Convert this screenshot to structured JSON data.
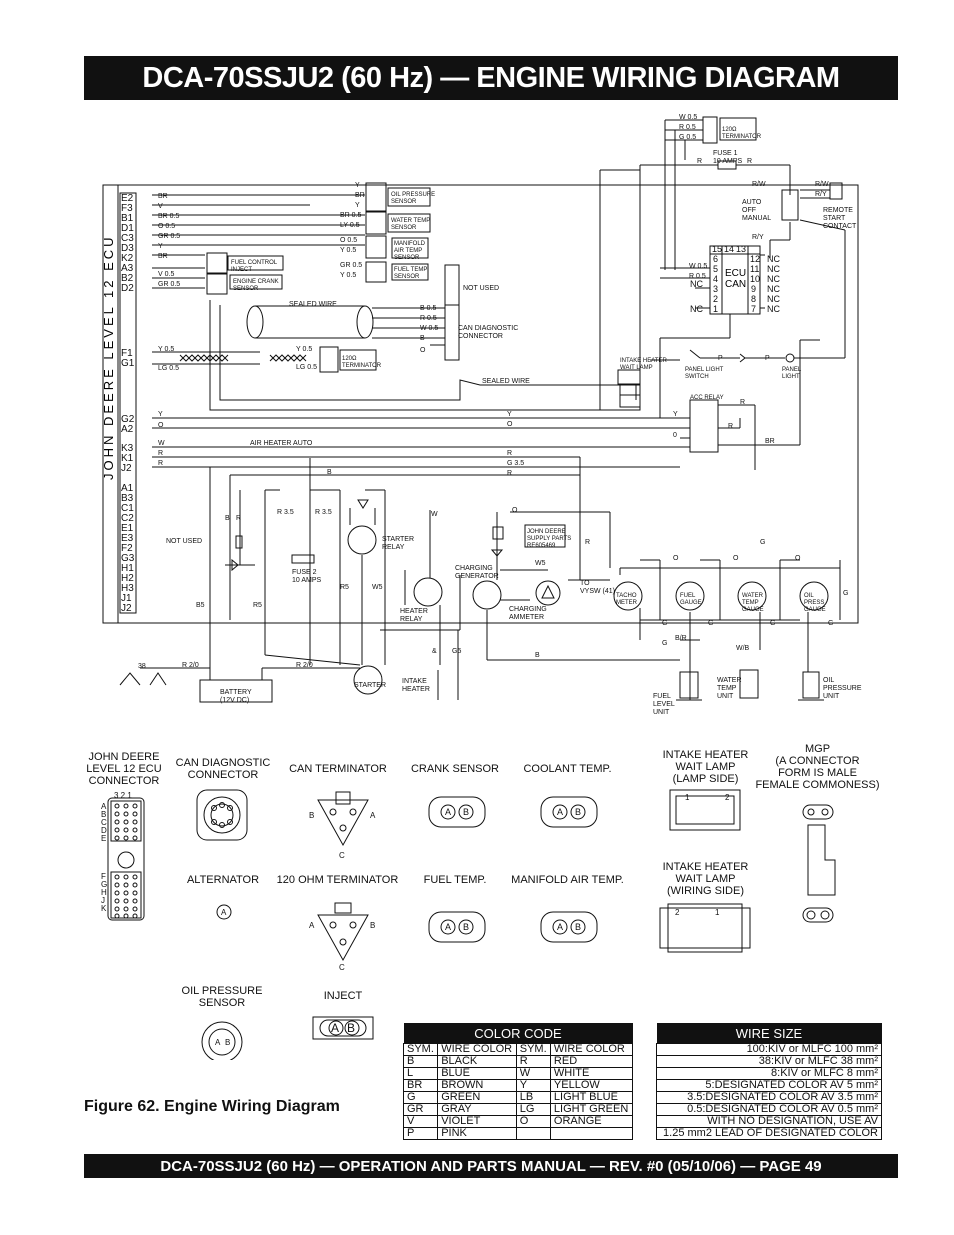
{
  "page": {
    "title": "DCA-70SSJU2 (60 Hz) — ENGINE WIRING DIAGRAM",
    "footer": "DCA-70SSJU2 (60 Hz) — OPERATION AND PARTS MANUAL — REV. #0  (05/10/06) — PAGE 49",
    "figure_caption": "Figure 62. Engine Wiring Diagram"
  },
  "ecu": {
    "label": "JOHN DEERE   LEVEL 12 ECU",
    "pins": [
      "E2",
      "F3",
      "B1",
      "D1",
      "C3",
      "D3",
      "K2",
      "A3",
      "B2",
      "D2",
      "F1",
      "G1",
      "G2",
      "A2",
      "K3",
      "K1",
      "J2",
      "A1",
      "B3",
      "C1",
      "C2",
      "E1",
      "E3",
      "F2",
      "G3",
      "H1",
      "H2",
      "H3",
      "J1",
      "J2"
    ]
  },
  "wires_left": [
    {
      "pin": "E2",
      "label": "BR"
    },
    {
      "pin": "F3",
      "label": "V"
    },
    {
      "pin": "B1",
      "label": "BR  0.5"
    },
    {
      "pin": "D1",
      "label": "O   0.5"
    },
    {
      "pin": "C3",
      "label": "GR  0.5"
    },
    {
      "pin": "D3",
      "label": "Y"
    },
    {
      "pin": "K2",
      "label": "BR"
    },
    {
      "pin": "A3",
      "label": "V   0.5"
    },
    {
      "pin": "B2",
      "label": "GR  0.5"
    }
  ],
  "components": {
    "oil_pressure_sensor": "OIL PRESSURE\nSENSOR",
    "water_temp_sensor": "WATER TEMP\nSENSOR",
    "manifold_air_temp": "MANIFOLD\nAIR TEMP\nSENSOR",
    "fuel_temp_sensor": "FUEL TEMP\nSENSOR",
    "fuel_control_inject": "FUEL CONTROL\nINJECT",
    "engine_crank_sensor": "ENGINE CRANK\nSENSOR",
    "not_used_1": "NOT USED",
    "not_used_2": "NOT USED",
    "can_diag": "CAN DIAGNOSTIC\nCONNECTOR",
    "sealed_wire_1": "SEALED WIRE",
    "sealed_wire_2": "SEALED WIRE",
    "terminator_120": "120Ω\nTERMINATOR",
    "terminator_120_top": "120Ω\nTERMINATOR",
    "air_heater_auto": "AIR HEATER AUTO",
    "fuse1": "FUSE 1\n10 AMPS",
    "fuse2": "FUSE 2\n10 AMPS",
    "auto_off_manual": "AUTO\nOFF\nMANUAL",
    "remote_start": "REMOTE\nSTART\nCONTACT",
    "ecu_can": "ECU\nCAN",
    "intake_heater_lamp": "INTAKE HEATER\nWAIT LAMP",
    "panel_light_switch": "PANEL LIGHT\nSWITCH",
    "panel_light": "PANEL\nLIGHT",
    "acc_relay": "ACC RELAY",
    "starter_relay": "STARTER\nRELAY",
    "heater_relay": "HEATER\nRELAY",
    "charging_generator": "CHARGING\nGENERATOR",
    "charging_ammeter": "CHARGING\nAMMETER",
    "john_deere_supply": "JOHN DEERE\nSUPPLY PARTS\nRE605469",
    "to_vysw": "TO\nVYSW (41)",
    "battery": "BATTERY\n(12V DC)",
    "starter": "STARTER",
    "intake_heater": "INTAKE\nHEATER",
    "fuel_level_unit": "FUEL\nLEVEL\nUNIT",
    "water_temp_unit": "WATER\nTEMP\nUNIT",
    "oil_pressure_unit": "OIL\nPRESSURE\nUNIT",
    "tacho": "TACHO\nMETER",
    "fuel_gauge": "FUEL\nGAUGE",
    "water_temp_gauge": "WATER\nTEMP\nGAUGE",
    "oil_press_gauge": "OIL\nPRESS\nGAUGE"
  },
  "connectors": [
    {
      "id": "jd",
      "title": "JOHN DEERE\nLEVEL 12 ECU\nCONNECTOR"
    },
    {
      "id": "can",
      "title": "CAN DIAGNOSTIC\nCONNECTOR"
    },
    {
      "id": "canterm",
      "title": "CAN TERMINATOR"
    },
    {
      "id": "crank",
      "title": "CRANK SENSOR"
    },
    {
      "id": "coolant",
      "title": "COOLANT TEMP."
    },
    {
      "id": "ihlamp",
      "title": "INTAKE HEATER\nWAIT LAMP\n(LAMP SIDE)"
    },
    {
      "id": "mgp",
      "title": "MGP\n(A CONNECTOR\nFORM IS MALE\nFEMALE COMMONESS)"
    },
    {
      "id": "alt",
      "title": "ALTERNATOR"
    },
    {
      "id": "term120",
      "title": "120 OHM TERMINATOR"
    },
    {
      "id": "fueltemp",
      "title": "FUEL TEMP."
    },
    {
      "id": "manifold",
      "title": "MANIFOLD AIR TEMP."
    },
    {
      "id": "ihwire",
      "title": "INTAKE HEATER\nWAIT LAMP\n(WIRING SIDE)"
    },
    {
      "id": "oilps",
      "title": "OIL PRESSURE\nSENSOR"
    },
    {
      "id": "inject",
      "title": "INJECT"
    }
  ],
  "color_code": {
    "title": "COLOR CODE",
    "headers": [
      "SYM.",
      "WIRE COLOR",
      "SYM.",
      "WIRE COLOR"
    ],
    "rows": [
      [
        "B",
        "BLACK",
        "R",
        "RED"
      ],
      [
        "L",
        "BLUE",
        "W",
        "WHITE"
      ],
      [
        "BR",
        "BROWN",
        "Y",
        "YELLOW"
      ],
      [
        "G",
        "GREEN",
        "LB",
        "LIGHT BLUE"
      ],
      [
        "GR",
        "GRAY",
        "LG",
        "LIGHT GREEN"
      ],
      [
        "V",
        "VIOLET",
        "O",
        "ORANGE"
      ],
      [
        "P",
        "PINK",
        "",
        ""
      ]
    ]
  },
  "wire_size": {
    "title": "WIRE SIZE",
    "rows": [
      "100:KIV or MLFC 100 mm²",
      "38:KIV or MLFC 38 mm²",
      "8:KIV or MLFC 8 mm²",
      "5:DESIGNATED COLOR AV 5 mm²",
      "3.5:DESIGNATED COLOR AV 3.5 mm²",
      "0.5:DESIGNATED COLOR AV 0.5 mm²",
      "WITH NO DESIGNATION, USE AV",
      "1.25 mm2 LEAD OF DESIGNATED COLOR"
    ]
  }
}
